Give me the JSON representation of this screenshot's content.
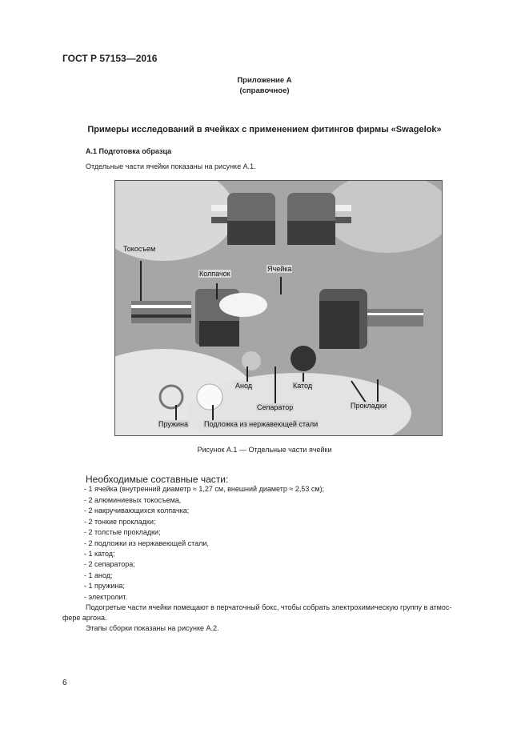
{
  "header": {
    "standard": "ГОСТ Р 57153—2016"
  },
  "appendix": {
    "title": "Приложение А",
    "note": "(справочное)"
  },
  "main_title": "Примеры исследований в ячейках с применением фитингов фирмы «Swagelok»",
  "section": {
    "heading": "А.1  Подготовка образца",
    "intro": "Отдельные части ячейки показаны на рисунке А.1."
  },
  "figure": {
    "labels": {
      "current_collector": "Токосъем",
      "cap": "Колпачок",
      "cell": "Ячейка",
      "anode": "Анод",
      "cathode": "Катод",
      "separator": "Сепаратор",
      "gaskets": "Прокладки",
      "spring": "Пружина",
      "substrate": "Подложка из нержавеющей стали"
    },
    "caption": "Рисунок А.1 — Отдельные части ячейки"
  },
  "parts": {
    "heading": "Необходимые составные части:",
    "items": [
      "-  1 ячейка (внутренний диаметр ≈ 1,27 см, внешний диаметр ≈ 2,53 см);",
      "-  2 алюминиевых токосъема,",
      "-  2 накручивающихся колпачка;",
      "-  2 тонкие прокладки;",
      "-  2 толстые прокладки;",
      "-  2 подложки из нержавеющей стали,",
      "-  1 катод;",
      "-  2 сепаратора;",
      "-  1 анод;",
      "-  1 пружина;",
      "-  электролит."
    ],
    "para1_line1": "Подогретые части ячейки помещают в перчаточный бокс, чтобы собрать электрохимическую группу в атмос-",
    "para1_line2": "фере аргона.",
    "para2": "Этапы сборки показаны на рисунке А.2."
  },
  "page_number": "6"
}
